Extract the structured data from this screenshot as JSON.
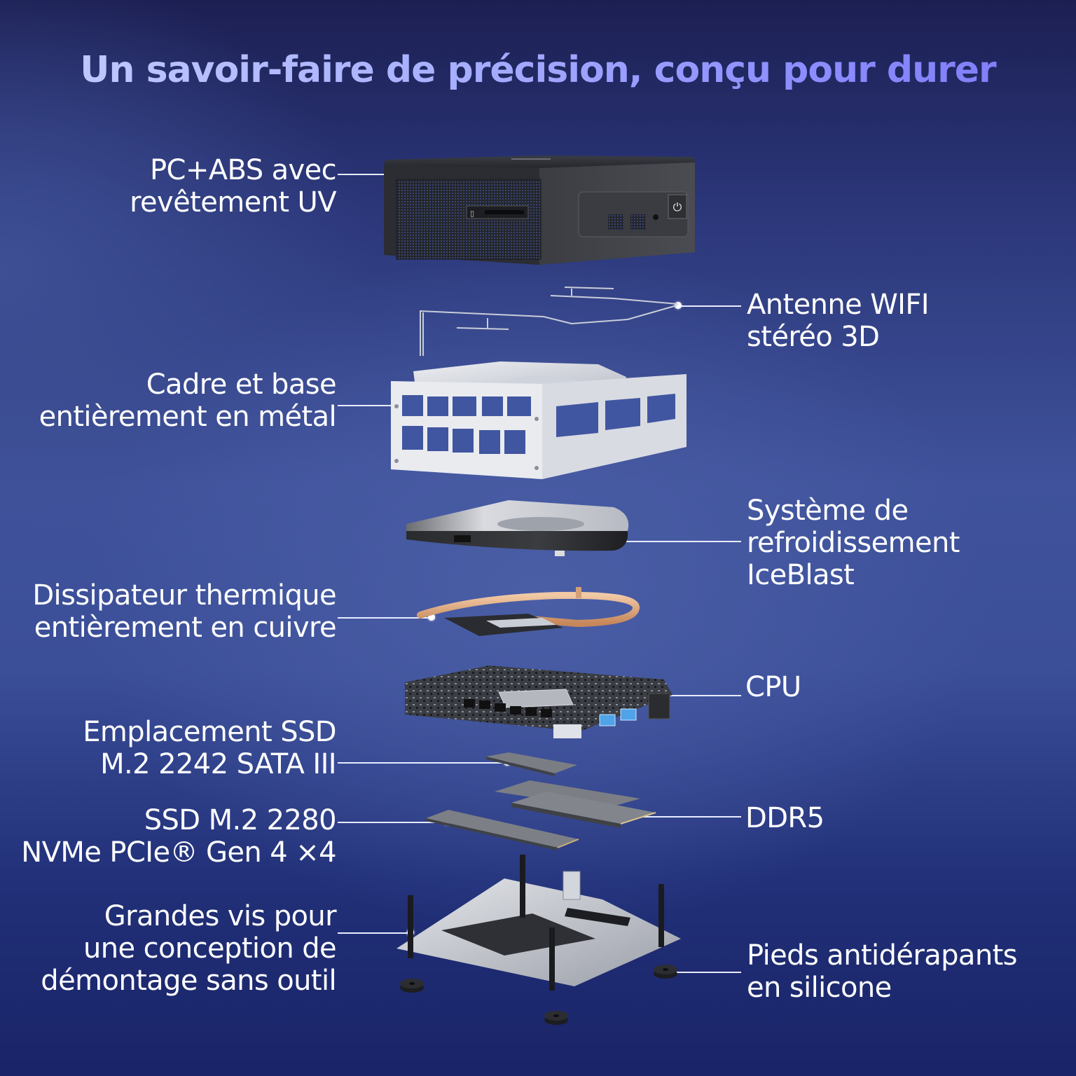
{
  "title": "Un savoir-faire de précision, conçu pour durer",
  "colors": {
    "title_gradient_start": "#c3ccff",
    "title_gradient_end": "#7c79f5",
    "background_top": "#1c1f52",
    "background_mid": "#3f529b",
    "background_bottom": "#1a2468",
    "label_text": "#ffffff",
    "leader_line": "#e8ecff",
    "copper": "#d9a57a"
  },
  "callouts": {
    "left": [
      {
        "id": "case",
        "lines": [
          "PC+ABS avec",
          "revêtement UV"
        ],
        "text": "PC+ABS avec\nrevêtement UV"
      },
      {
        "id": "frame",
        "lines": [
          "Cadre et base",
          "entièrement en métal"
        ],
        "text": "Cadre et base\nentièrement en métal"
      },
      {
        "id": "heatsink",
        "lines": [
          "Dissipateur thermique",
          "entièrement en cuivre"
        ],
        "text": "Dissipateur thermique\nentièrement en cuivre"
      },
      {
        "id": "ssd_sata",
        "lines": [
          "Emplacement SSD",
          "M.2 2242 SATA III"
        ],
        "text": "Emplacement SSD\nM.2 2242 SATA III"
      },
      {
        "id": "ssd_nvme",
        "lines": [
          "SSD M.2 2280",
          "NVMe PCIe® Gen 4 ×4"
        ],
        "text": "SSD M.2 2280\nNVMe PCIe® Gen 4 ×4"
      },
      {
        "id": "screws",
        "lines": [
          "Grandes vis pour",
          "une conception de",
          "démontage sans outil"
        ],
        "text": "Grandes vis pour\nune conception de\ndémontage sans outil"
      }
    ],
    "right": [
      {
        "id": "wifi",
        "lines": [
          "Antenne WIFI",
          "stéréo 3D"
        ],
        "text": "Antenne WIFI\nstéréo 3D"
      },
      {
        "id": "cooling",
        "lines": [
          "Système de",
          "refroidissement",
          "IceBlast"
        ],
        "text": "Système de\nrefroidissement\nIceBlast"
      },
      {
        "id": "cpu",
        "lines": [
          "CPU"
        ],
        "text": "CPU"
      },
      {
        "id": "ram",
        "lines": [
          "DDR5"
        ],
        "text": "DDR5"
      },
      {
        "id": "feet",
        "lines": [
          "Pieds antidérapants",
          "en silicone"
        ],
        "text": "Pieds antidérapants\nen silicone"
      }
    ]
  },
  "components": [
    {
      "id": "case",
      "name": "mini-pc-case"
    },
    {
      "id": "wifi",
      "name": "wifi-antenna"
    },
    {
      "id": "frame",
      "name": "metal-frame"
    },
    {
      "id": "cooling",
      "name": "blower-fan"
    },
    {
      "id": "heatsink",
      "name": "copper-heatpipe"
    },
    {
      "id": "cpu",
      "name": "motherboard"
    },
    {
      "id": "ssd_sata",
      "name": "ssd-2242"
    },
    {
      "id": "ram",
      "name": "ddr5-modules"
    },
    {
      "id": "ssd_nvme",
      "name": "ssd-2280"
    },
    {
      "id": "screws",
      "name": "base-plate-with-screws"
    },
    {
      "id": "feet",
      "name": "silicone-feet"
    }
  ],
  "case_front_icons": [
    "sd-card-icon",
    "usb-c-icon",
    "usb-a-ss-icon",
    "headphone-icon",
    "power-icon"
  ]
}
